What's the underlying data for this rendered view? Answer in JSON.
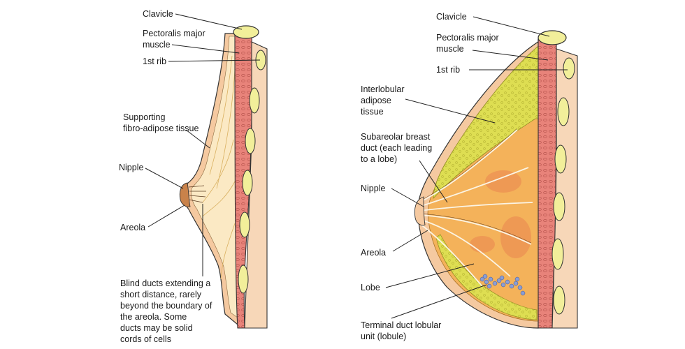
{
  "left_diagram": {
    "labels": {
      "clavicle": "Clavicle",
      "pectoralis": "Pectoralis major\nmuscle",
      "rib": "1st rib",
      "supporting": "Supporting\nfibro-adipose tissue",
      "nipple": "Nipple",
      "areola": "Areola",
      "blind_ducts": "Blind ducts extending a\nshort distance, rarely\nbeyond the boundary of\nthe areola.  Some\nducts may be solid\ncords of cells"
    }
  },
  "right_diagram": {
    "labels": {
      "clavicle": "Clavicle",
      "pectoralis": "Pectoralis major\nmuscle",
      "rib": "1st rib",
      "interlobular": "Interlobular\nadipose\ntissue",
      "subareolar": "Subareolar breast\nduct (each leading\nto a lobe)",
      "nipple": "Nipple",
      "areola": "Areola",
      "lobe": "Lobe",
      "tdlu": "Terminal duct lobular\nunit (lobule)"
    }
  },
  "colors": {
    "muscle": "#e8837a",
    "skin": "#f5c9a0",
    "adipose_pale": "#fbe9c4",
    "adipose_yellow": "#dede52",
    "glandular": "#f4b25a",
    "bone": "#f2ef9a",
    "lobule": "#8a9ed6"
  }
}
